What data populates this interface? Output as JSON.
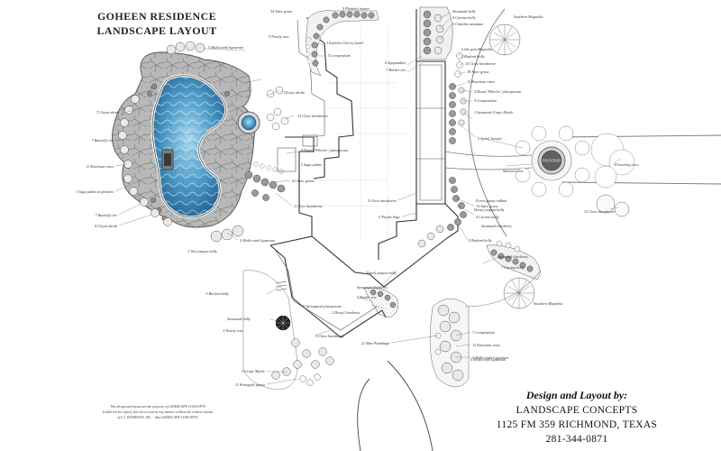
{
  "title": {
    "line1": "GOHEEN RESIDENCE",
    "line2": "LANDSCAPE LAYOUT"
  },
  "credits": {
    "heading": "Design and Layout by:",
    "company": "LANDSCAPE CONCEPTS",
    "address": "1125  FM 359 RICHMOND, TEXAS",
    "phone": "281-344-0871"
  },
  "copyright": {
    "line1": "This design and layout are the property of LANDSCAPE CONCEPTS",
    "line2": "It shall not be copied, lent out or used in any manner without the written consent",
    "line3": "of L C INTERESTS, INC. - dba LANDSCAPE CONCEPTS"
  },
  "fountain_label": "FOUNTAIN",
  "plant_labels": [
    "7 Cleyra shrub",
    "7 Butterfly iris",
    "11 Knockout roses",
    "3 Sago palms in planters",
    "7 Butterfly iris",
    "4 Cleyra shrub",
    "5 Multi trunk ligustrum",
    "7 Glossy abelia",
    "5 Dwarf 'Wheeler' pittosporum",
    "3 Sago palms",
    "41 Aztec grass",
    "5 Clove hawthorne",
    "3 Vosi yaupon holly",
    "34 Aztec grass",
    "5 Photinia frazzer",
    "5 Multi trunk ligustrum",
    "9 Nearly rose",
    "3 Eyebrite Cherry laurel",
    "5 Loropetalum",
    "15 Clove hawthorne",
    "Savannah holly",
    "6 Carissa holly",
    "5 Camelia sasanqua",
    "Southern Magnolia",
    "Little gem Magnolia",
    "2 Burford holly",
    "10 Clove hawthorne",
    "18 Aztec grass",
    "4 Agapanthus",
    "7 Border iris",
    "12 Knockout roses",
    "5 Dwarf 'Wheeler' pittosporum",
    "5 Loropetalum",
    "1 Savannah Crape Myrtle",
    "5 Spiral Juniper",
    "Stained color",
    "Flowering trees",
    "33 Clove hawthorne",
    "Dwarf yaupon holly",
    "5 Burford holly",
    "5 Nearly rose",
    "5 Multi trunk ligustrum",
    "3 Crape Myrtle",
    "11 Pineapple guava",
    "5 Variegated pittosporum",
    "2 Dwarf Gardenia",
    "5 Clove hawthorne",
    "Savannah holly",
    "Savannah blueberry",
    "5 Border iris",
    "7 Loropetalum",
    "12 Knockout roses",
    "21 Blue Plumbago",
    "5 Multi trunk Ligustrum",
    "Southern Magnolia",
    "7 Carissa holly",
    "Savannah blueberry",
    "5 Burford holly",
    "Savannah blueberry",
    "Dwarf yaupon holly",
    "4 Carissa holly",
    "15 Aztec grass",
    "5 Clove hawthorne",
    "5 Purple Sage",
    "Forest pansy redbud"
  ]
}
